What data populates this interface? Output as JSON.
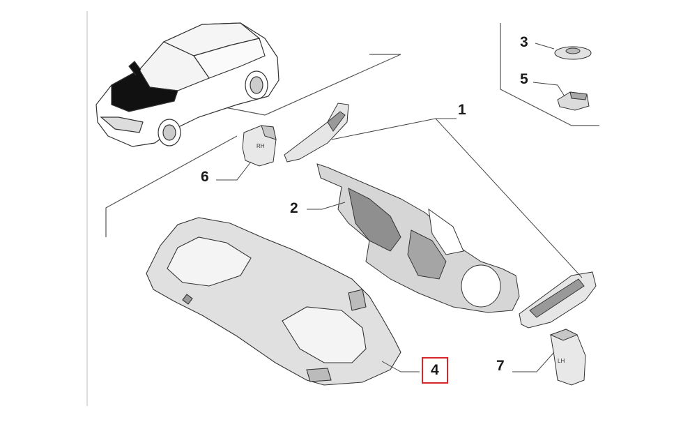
{
  "diagram": {
    "highlight_color": "#d8252b",
    "line_color": "#444444",
    "part_fill": "#e3e3e3",
    "part_dark": "#8a8a8a",
    "callouts": [
      {
        "id": "1",
        "label": "1",
        "highlighted": false
      },
      {
        "id": "2",
        "label": "2",
        "highlighted": false
      },
      {
        "id": "3",
        "label": "3",
        "highlighted": false
      },
      {
        "id": "4",
        "label": "4",
        "highlighted": true
      },
      {
        "id": "5",
        "label": "5",
        "highlighted": false
      },
      {
        "id": "6",
        "label": "6",
        "highlighted": false
      },
      {
        "id": "7",
        "label": "7",
        "highlighted": false
      }
    ],
    "part_markings": {
      "rh_cover": "RH",
      "lh_cover": "LH"
    }
  }
}
